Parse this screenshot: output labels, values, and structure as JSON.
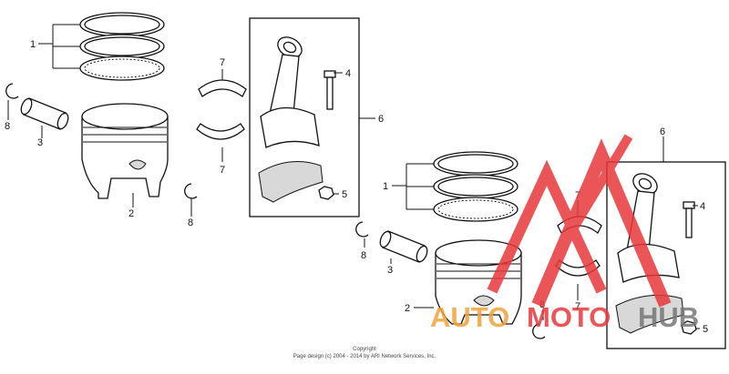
{
  "colors": {
    "line": "#111111",
    "watermark_red": "#e8383a",
    "watermark_orange": "#f2a33a",
    "watermark_gray": "#777777"
  },
  "callouts": {
    "rings": "1",
    "piston": "2",
    "pin": "3",
    "bolt": "4",
    "nut": "5",
    "rod": "6",
    "bearing": "7",
    "clip": "8"
  },
  "copyright": {
    "line1": "Copyright",
    "line2": "Page design (c) 2004 - 2014 by ARI Network Services, Inc."
  },
  "watermark": {
    "part1": "AUTO",
    "part2": "MOTO",
    "part3": "HUB"
  }
}
